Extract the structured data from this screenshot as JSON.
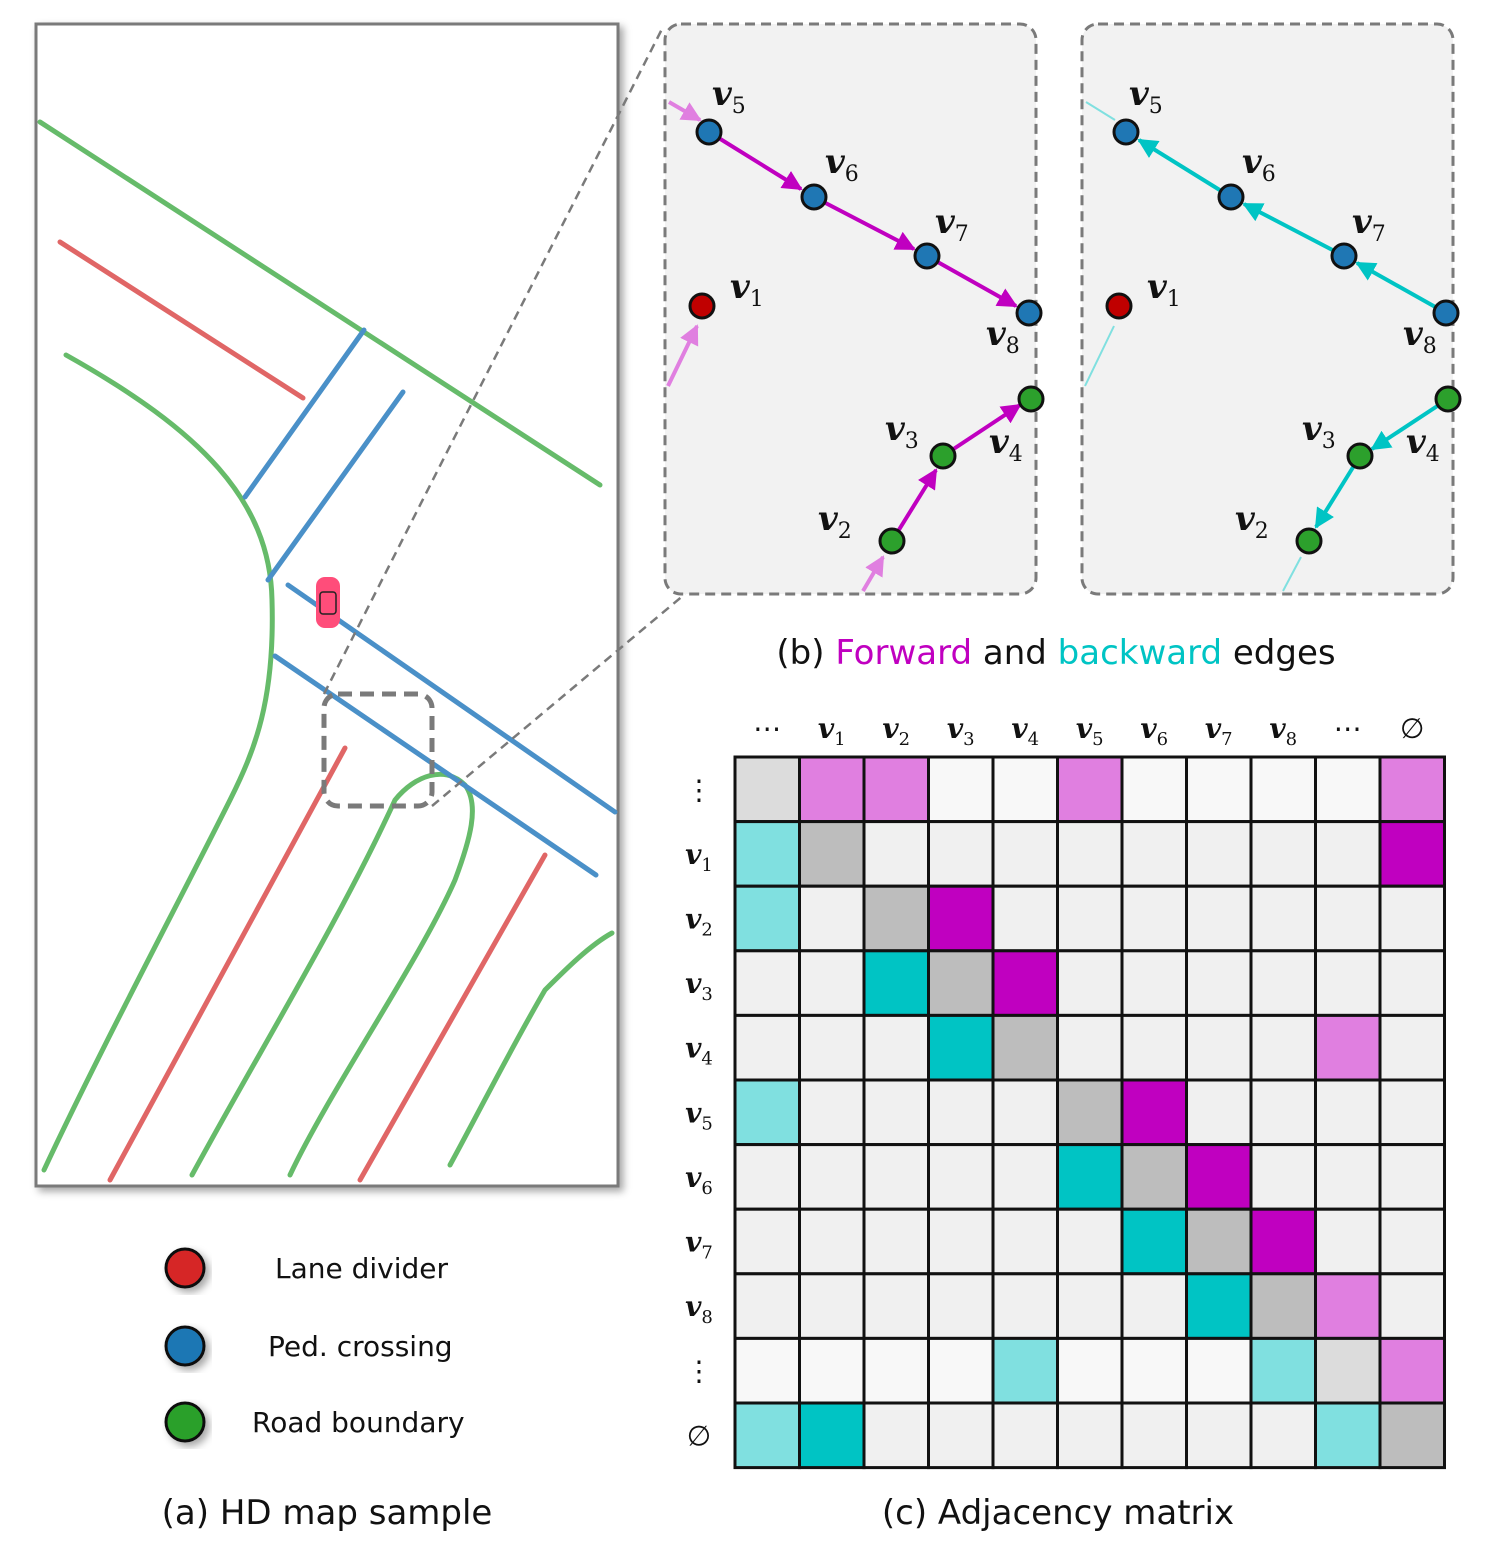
{
  "colors": {
    "lane_divider": "#e06666",
    "ped_crossing": "#4a90c8",
    "road_boundary": "#66bb6a",
    "forward": "#c000c0",
    "forward_light": "#e07fe0",
    "backward": "#00c4c4",
    "backward_light": "#80e0e0",
    "diag": "#bdbdbd",
    "diag_light": "#dcdcdc",
    "empty": "#f0f0f0",
    "empty_white": "#f8f8f8"
  },
  "captions": {
    "a": "(a) HD map sample",
    "b_prefix": "(b) ",
    "b_forward": "Forward",
    "b_and": " and ",
    "b_backward": "backward",
    "b_suffix": " edges",
    "c": "(c) Adjacency matrix"
  },
  "legend": [
    {
      "label": "Lane divider",
      "color": "#d62728",
      "icon": "red-dot-icon"
    },
    {
      "label": "Ped. crossing",
      "color": "#1f77b4",
      "icon": "blue-dot-icon"
    },
    {
      "label": "Road boundary",
      "color": "#2ca02c",
      "icon": "green-dot-icon"
    }
  ],
  "vertex_symbol": "v",
  "vertices": [
    {
      "id": "v1",
      "sub": "1",
      "type": "lane-divider"
    },
    {
      "id": "v2",
      "sub": "2",
      "type": "road-boundary"
    },
    {
      "id": "v3",
      "sub": "3",
      "type": "road-boundary"
    },
    {
      "id": "v4",
      "sub": "4",
      "type": "road-boundary"
    },
    {
      "id": "v5",
      "sub": "5",
      "type": "ped-crossing"
    },
    {
      "id": "v6",
      "sub": "6",
      "type": "ped-crossing"
    },
    {
      "id": "v7",
      "sub": "7",
      "type": "ped-crossing"
    },
    {
      "id": "v8",
      "sub": "8",
      "type": "ped-crossing"
    }
  ],
  "matrix": {
    "col_headers": [
      "⋯",
      "v|1",
      "v|2",
      "v|3",
      "v|4",
      "v|5",
      "v|6",
      "v|7",
      "v|8",
      "⋯",
      "∅"
    ],
    "row_headers": [
      "⋮",
      "v|1",
      "v|2",
      "v|3",
      "v|4",
      "v|5",
      "v|6",
      "v|7",
      "v|8",
      "⋮",
      "∅"
    ],
    "legend_codes": {
      "F": "forward",
      "f": "forward (implied)",
      "B": "backward",
      "b": "backward (implied)",
      "D": "self",
      "d": "self (implied)",
      ".": "none",
      "o": "none (unlisted)"
    },
    "rows": [
      [
        "d",
        "f",
        "f",
        "o",
        "o",
        "f",
        "o",
        "o",
        "o",
        "o",
        "f"
      ],
      [
        "b",
        "D",
        ".",
        ".",
        ".",
        ".",
        ".",
        ".",
        ".",
        ".",
        "F"
      ],
      [
        "b",
        ".",
        "D",
        "F",
        ".",
        ".",
        ".",
        ".",
        ".",
        ".",
        "."
      ],
      [
        ".",
        ".",
        "B",
        "D",
        "F",
        ".",
        ".",
        ".",
        ".",
        ".",
        "."
      ],
      [
        ".",
        ".",
        ".",
        "B",
        "D",
        ".",
        ".",
        ".",
        ".",
        "f",
        "."
      ],
      [
        "b",
        ".",
        ".",
        ".",
        ".",
        "D",
        "F",
        ".",
        ".",
        ".",
        "."
      ],
      [
        ".",
        ".",
        ".",
        ".",
        ".",
        "B",
        "D",
        "F",
        ".",
        ".",
        "."
      ],
      [
        ".",
        ".",
        ".",
        ".",
        ".",
        ".",
        "B",
        "D",
        "F",
        ".",
        "."
      ],
      [
        ".",
        ".",
        ".",
        ".",
        ".",
        ".",
        ".",
        "B",
        "D",
        "f",
        "."
      ],
      [
        "o",
        "o",
        "o",
        "o",
        "b",
        "o",
        "o",
        "o",
        "b",
        "d",
        "f"
      ],
      [
        "b",
        "B",
        ".",
        ".",
        ".",
        ".",
        ".",
        ".",
        ".",
        "b",
        "D"
      ]
    ]
  }
}
